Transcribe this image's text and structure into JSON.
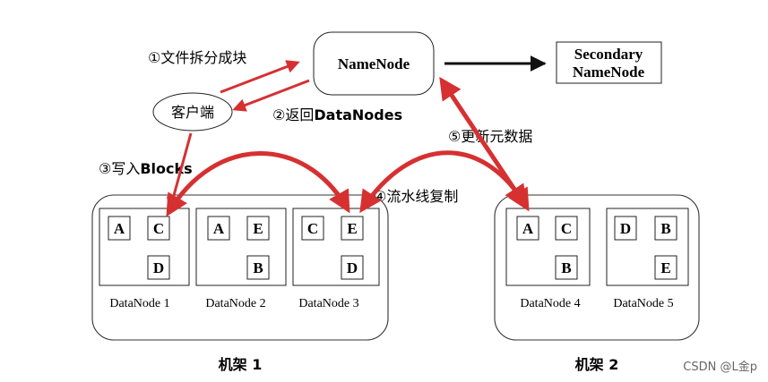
{
  "namenode": "NameNode",
  "secondary": {
    "line1": "Secondary",
    "line2": "NameNode"
  },
  "client": "客户端",
  "steps": {
    "s1": "①文件拆分成块",
    "s2_prefix": "②返回",
    "s2_bold": "DataNodes",
    "s3_prefix": "③写入",
    "s3_bold": "Blocks",
    "s4": "④流水线复制",
    "s5": "⑤更新元数据"
  },
  "racks": [
    {
      "label": "机架 1"
    },
    {
      "label": "机架 2"
    }
  ],
  "datanodes": [
    {
      "name": "DataNode 1",
      "blocks": [
        "A",
        "C",
        "D"
      ]
    },
    {
      "name": "DataNode 2",
      "blocks": [
        "A",
        "E",
        "B"
      ]
    },
    {
      "name": "DataNode 3",
      "blocks": [
        "C",
        "E",
        "D"
      ]
    },
    {
      "name": "DataNode 4",
      "blocks": [
        "A",
        "C",
        "B"
      ]
    },
    {
      "name": "DataNode 5",
      "blocks": [
        "D",
        "B",
        "E"
      ]
    }
  ],
  "colors": {
    "arrow": "#d63031",
    "stroke": "#222222"
  },
  "watermark": "CSDN @L金p"
}
